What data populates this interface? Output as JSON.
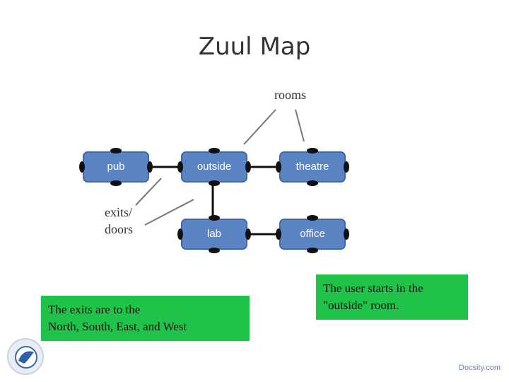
{
  "title": "Zuul Map",
  "rooms": [
    {
      "id": "pub",
      "label": "pub"
    },
    {
      "id": "outside",
      "label": "outside"
    },
    {
      "id": "theatre",
      "label": "theatre"
    },
    {
      "id": "lab",
      "label": "lab"
    },
    {
      "id": "office",
      "label": "office"
    }
  ],
  "annotations": {
    "rooms": "rooms",
    "doors_line1": "exits/",
    "doors_line2": "doors"
  },
  "notes": {
    "exits": {
      "line1": "The exits are to the",
      "line2": "North, South, East, and West"
    },
    "start": {
      "line1": "The user starts in the",
      "line2": "\"outside\" room."
    }
  },
  "footer": "Docsity.com",
  "colors": {
    "room_fill": "#5b84c4",
    "room_border": "#3f6aa8",
    "door_knob": "#111111",
    "note_fill": "#1fc34a"
  }
}
